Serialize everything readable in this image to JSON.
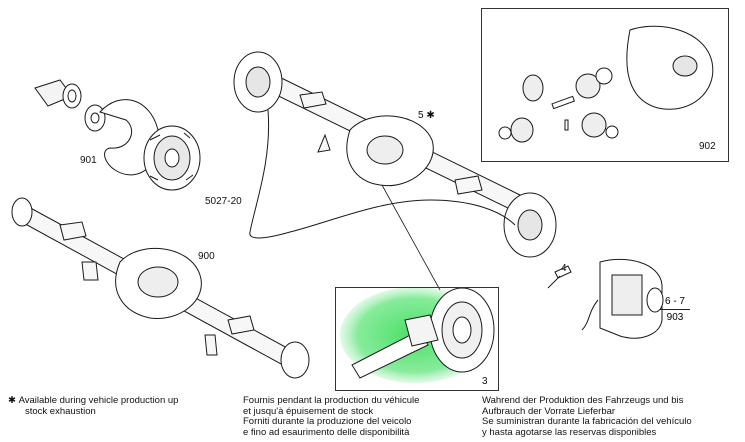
{
  "callouts": {
    "c901": "901",
    "c5027": "5027-20",
    "c900": "900",
    "c5": "5 ✱",
    "c902": "902",
    "c4": "4",
    "c67": "6 - 7",
    "c903": "903",
    "c3": "3"
  },
  "notes": {
    "en": [
      "Available during vehicle production up",
      "stock exhaustion"
    ],
    "fr": [
      "Fournis pendant la production du véhicule",
      "et jusqu'à épuisement de stock"
    ],
    "it": [
      "Forniti durante la produzione del veicolo",
      "e fino ad esaurimento delle disponibilità"
    ],
    "de": [
      "Wahrend der Produktion des Fahrzeugs und bis",
      "Aufbrauch der Vorrate Lieferbar"
    ],
    "es": [
      "Se suministran durante la fabricación del vehículo",
      "y hasta agotarse las reservas disponibles"
    ]
  },
  "legend_symbol": "✱",
  "colors": {
    "highlight": "#3ddc5a",
    "line": "#1a1a1a"
  }
}
